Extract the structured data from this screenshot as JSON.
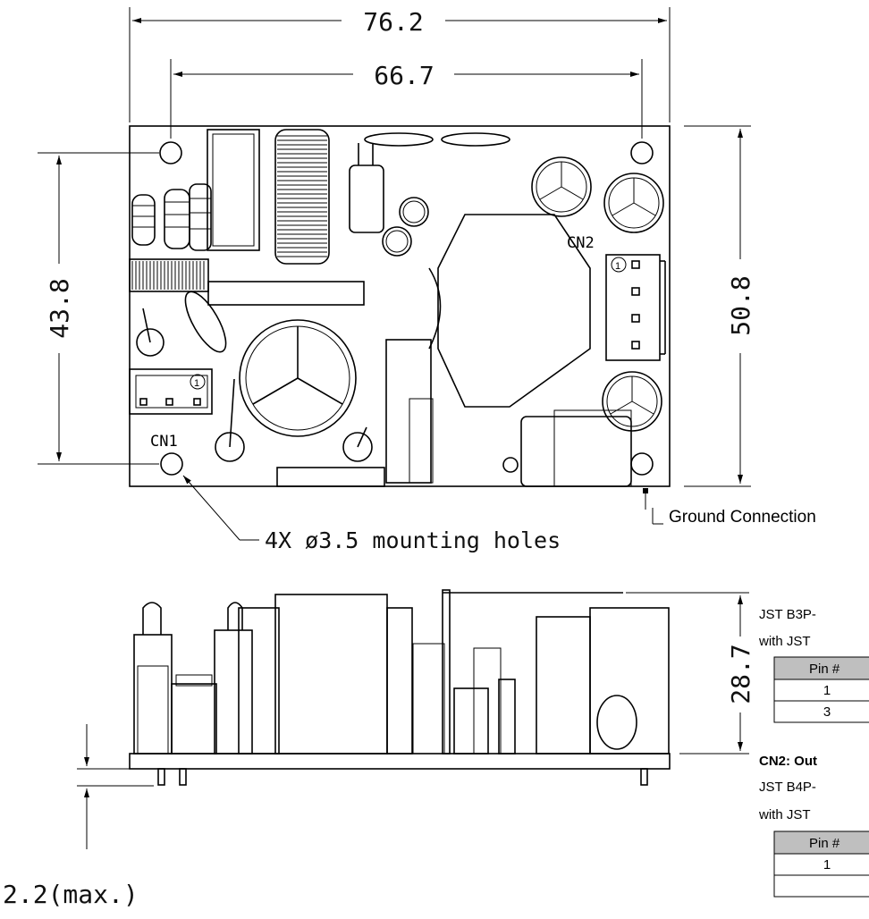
{
  "dimensions": {
    "overall_width": "76.2",
    "hole_spacing_width": "66.7",
    "hole_spacing_height": "43.8",
    "overall_height": "50.8",
    "component_height": "28.7",
    "pin_length": "2.2(max.)"
  },
  "labels": {
    "cn1": "CN1",
    "cn2": "CN2",
    "pin_one_marker": "1",
    "mounting_holes": "4X ø3.5 mounting holes",
    "ground_connection": "Ground Connection"
  },
  "notes": {
    "cn1_connector_line": "JST B3P-",
    "cn1_mating_line": "with JST",
    "cn1_table_header": "Pin #",
    "cn1_table_rows": [
      "1",
      "3"
    ],
    "cn2_title": "CN2: Out",
    "cn2_connector_line": "JST B4P-",
    "cn2_mating_line": "with JST",
    "cn2_table_header": "Pin #",
    "cn2_table_rows": [
      "1"
    ]
  }
}
